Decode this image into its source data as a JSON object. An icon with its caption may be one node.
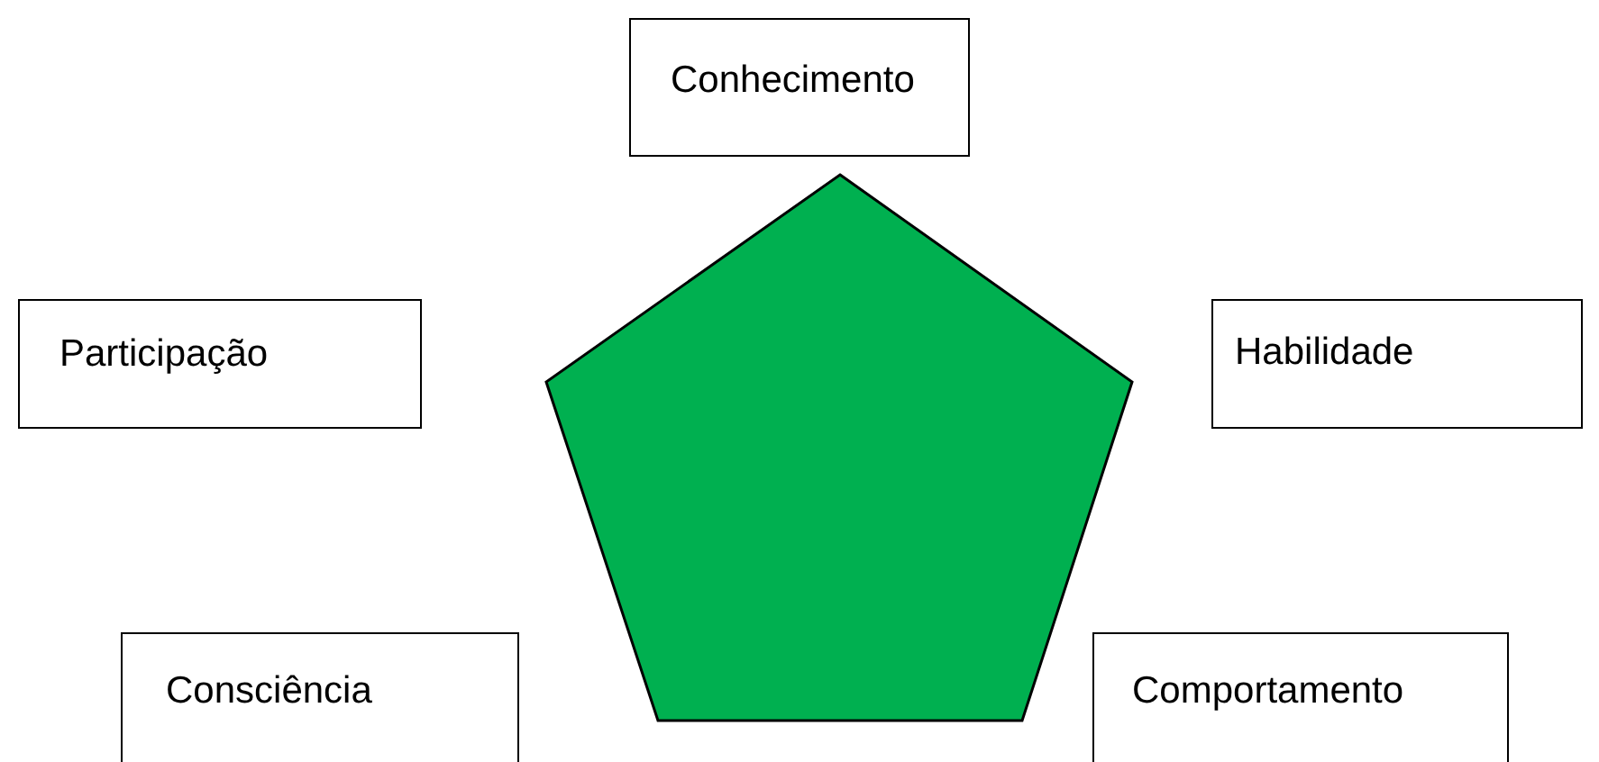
{
  "diagram": {
    "nodes": [
      {
        "text": [
          "Conhecimento"
        ]
      },
      {
        "text": [],
        "shape": "pentagon"
      },
      {
        "text": [
          "Participação"
        ]
      },
      {
        "text": [
          "Habilidade"
        ]
      },
      {
        "text": [
          "Consciência"
        ]
      },
      {
        "text": [
          "Comportamento"
        ]
      }
    ]
  }
}
